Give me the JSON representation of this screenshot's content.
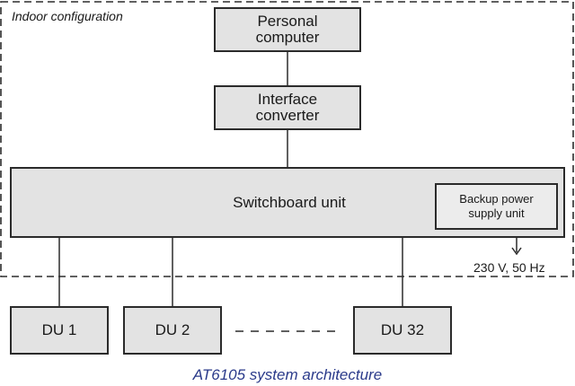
{
  "region": {
    "label": "Indoor configuration"
  },
  "nodes": {
    "pc": {
      "line1": "Personal",
      "line2": "computer"
    },
    "converter": {
      "line1": "Interface",
      "line2": "converter"
    },
    "switchboard": {
      "label": "Switchboard unit"
    },
    "backup": {
      "line1": "Backup power",
      "line2": "supply unit"
    },
    "du1": {
      "label": "DU 1"
    },
    "du2": {
      "label": "DU 2"
    },
    "du32": {
      "label": "DU 32"
    }
  },
  "power": {
    "label": "230 V, 50 Hz"
  },
  "caption": "AT6105 system architecture",
  "colors": {
    "box_fill": "#e3e3e3",
    "border": "#2b2b2b",
    "caption": "#2a3a8a"
  }
}
